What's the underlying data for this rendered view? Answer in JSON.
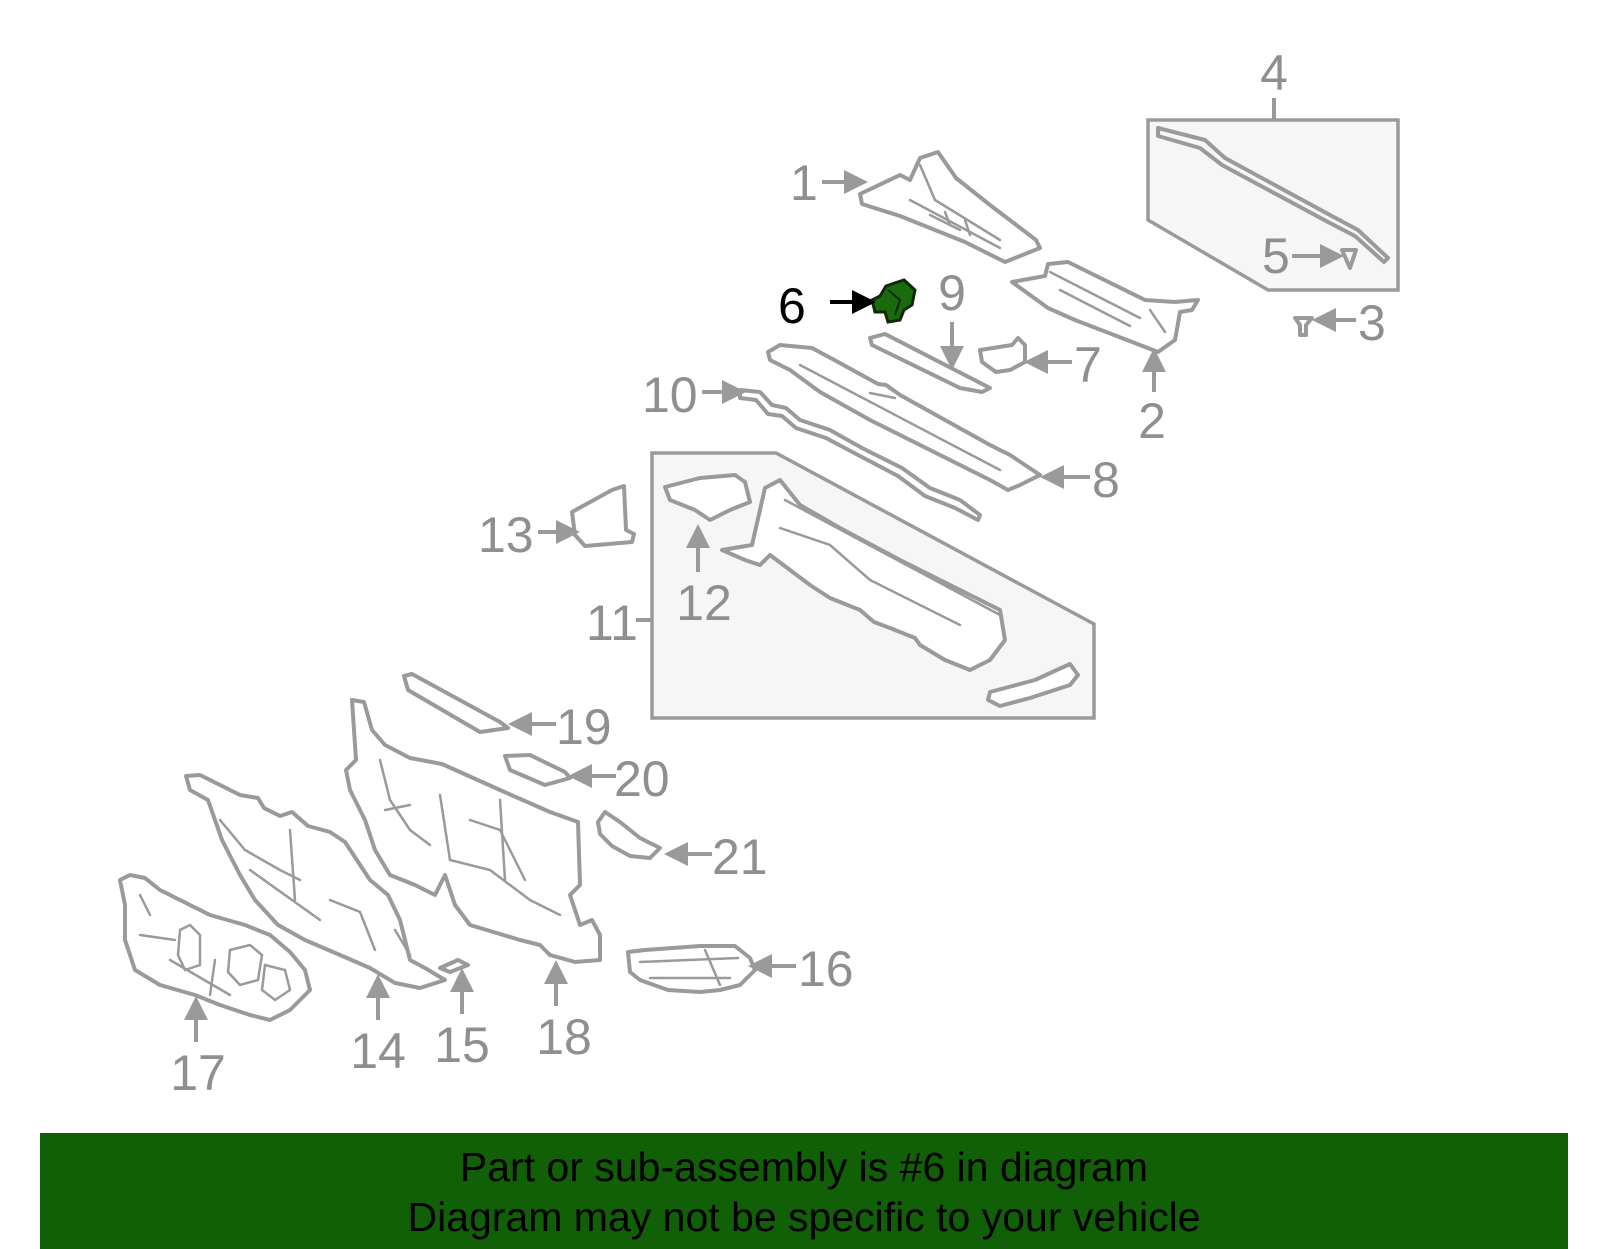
{
  "diagram": {
    "highlighted_part": "6",
    "highlight_color": "#1a6b0d",
    "callouts": [
      "1",
      "2",
      "3",
      "4",
      "5",
      "6",
      "7",
      "8",
      "9",
      "10",
      "11",
      "12",
      "13",
      "14",
      "15",
      "16",
      "17",
      "18",
      "19",
      "20",
      "21"
    ]
  },
  "banner": {
    "background_color": "#116007",
    "line1": "Part or sub-assembly is #6 in diagram",
    "line2": "Diagram may not be specific to your vehicle"
  }
}
